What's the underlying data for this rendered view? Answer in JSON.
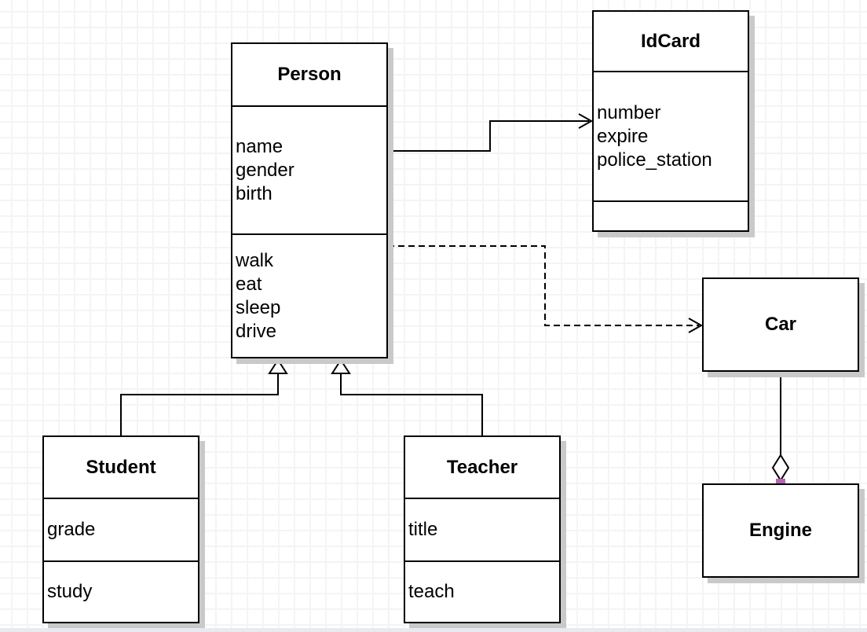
{
  "canvas": {
    "type": "uml-class-diagram",
    "colors": {
      "background": "#ffffff",
      "grid_line": "#f4f4f4",
      "box_fill": "#ffffff",
      "box_border": "#000000",
      "box_shadow": "#c9c9c9",
      "connector": "#000000",
      "endpoint_handle": "#b464b4"
    }
  },
  "classes": {
    "person": {
      "title": "Person",
      "attributes": [
        "name",
        "gender",
        "birth"
      ],
      "methods": [
        "walk",
        "eat",
        "sleep",
        "drive"
      ]
    },
    "idcard": {
      "title": "IdCard",
      "attributes": [
        "number",
        "expire",
        "police_station"
      ],
      "methods": []
    },
    "car": {
      "title": "Car",
      "attributes": [],
      "methods": []
    },
    "engine": {
      "title": "Engine",
      "attributes": [],
      "methods": []
    },
    "student": {
      "title": "Student",
      "attributes": [
        "grade"
      ],
      "methods": [
        "study"
      ]
    },
    "teacher": {
      "title": "Teacher",
      "attributes": [
        "title"
      ],
      "methods": [
        "teach"
      ]
    }
  },
  "relationships": [
    {
      "from": "Person",
      "to": "IdCard",
      "type": "association",
      "line": "solid",
      "end_marker": "open-arrow"
    },
    {
      "from": "Person",
      "to": "Car",
      "type": "dependency",
      "line": "dashed",
      "end_marker": "open-arrow"
    },
    {
      "from": "Student",
      "to": "Person",
      "type": "inheritance",
      "line": "solid",
      "end_marker": "hollow-triangle"
    },
    {
      "from": "Teacher",
      "to": "Person",
      "type": "inheritance",
      "line": "solid",
      "end_marker": "hollow-triangle"
    },
    {
      "from": "Car",
      "to": "Engine",
      "type": "aggregation",
      "line": "solid",
      "end_marker": "hollow-diamond",
      "endpoint_markers": "purple-square-handles"
    }
  ]
}
